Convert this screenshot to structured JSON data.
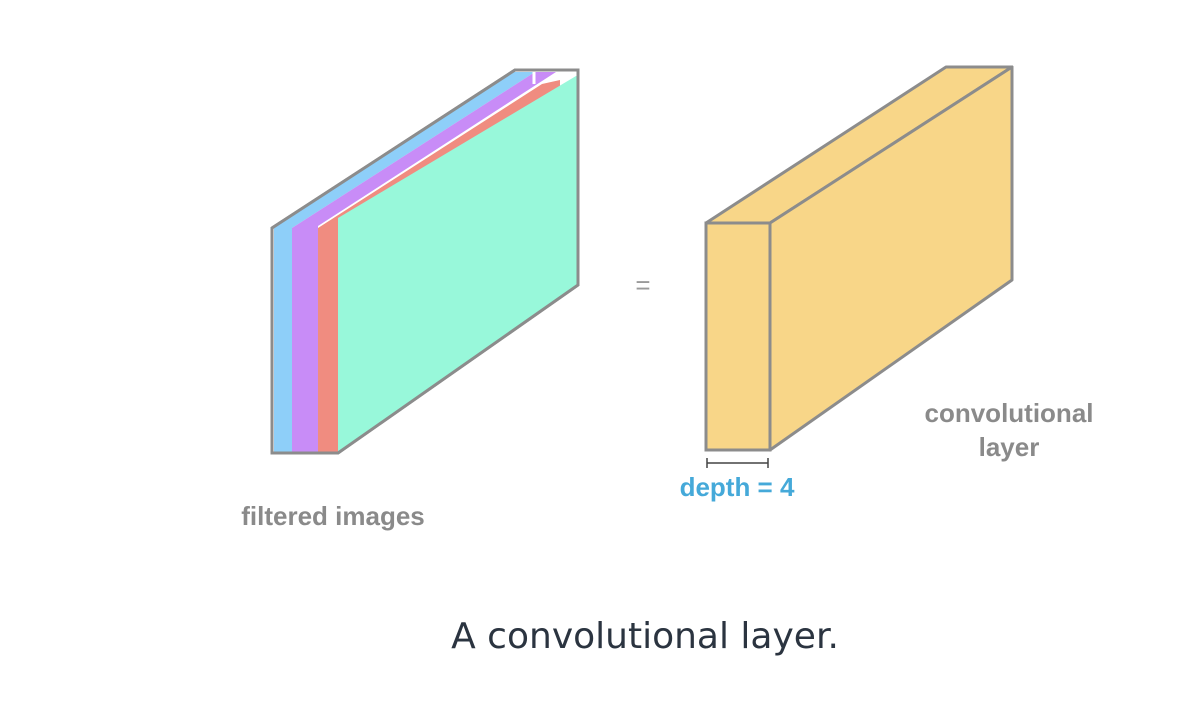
{
  "diagram": {
    "filtered_label": "filtered images",
    "equals_sign": "=",
    "depth_label": "depth = 4",
    "layer_label_line1": "convolutional",
    "layer_label_line2": "layer",
    "colors": {
      "outline": "#8c8c8c",
      "filter_blue": "#8ecff9",
      "filter_purple": "#c88cf7",
      "filter_red": "#f08c80",
      "filter_green": "#98f8da",
      "layer_fill": "#f8d688",
      "depth_text": "#45a9d9"
    }
  },
  "caption": "A convolutional layer."
}
